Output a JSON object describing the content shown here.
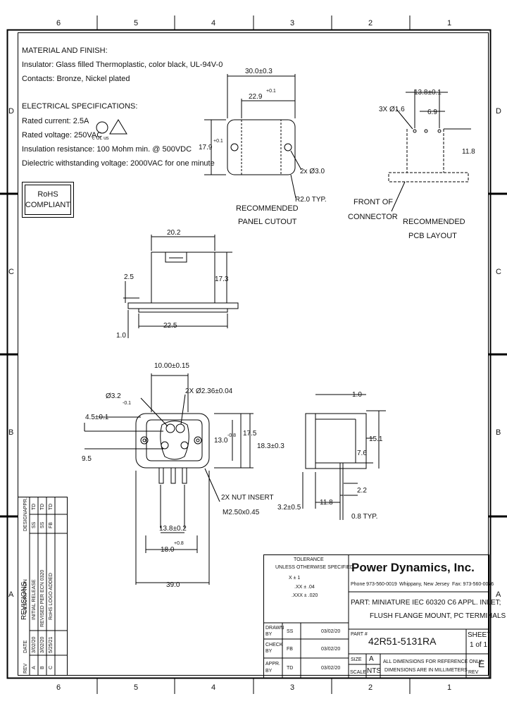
{
  "zones": {
    "cols": [
      "6",
      "5",
      "4",
      "3",
      "2",
      "1"
    ],
    "rows": [
      "D",
      "C",
      "B",
      "A"
    ]
  },
  "notes": {
    "material_heading": "MATERIAL AND FINISH:",
    "insulator": "Insulator: Glass filled Thermoplastic, color black, UL-94V-0",
    "contacts": "Contacts: Bronze, Nickel plated",
    "electrical_heading": "ELECTRICAL SPECIFICATIONS:",
    "rated_current": "Rated current: 2.5A",
    "rated_voltage": "Rated voltage: 250VAC",
    "insulation_resistance": "Insulation resistance: 100 Mohm min. @ 500VDC",
    "dielectric": "Dielectric withstanding voltage: 2000VAC for one minute",
    "ul_mark": "c UL us",
    "rohs_line1": "RoHS",
    "rohs_line2": "COMPLIANT"
  },
  "panel_cutout": {
    "dim_width": "30.0±0.3",
    "dim_offset": "22.9",
    "dim_offset_tol": "+0.1",
    "dim_height": "17.9",
    "dim_height_tol": "+0.1",
    "holes": "2x Ø3.0",
    "radius": "R2.0 TYP.",
    "caption_1": "RECOMMENDED",
    "caption_2": "PANEL CUTOUT"
  },
  "pcb_layout": {
    "holes": "3X Ø1.6",
    "dim_pitch": "13.8±0.1",
    "dim_half": "6.9",
    "dim_depth": "11.8",
    "front_1": "FRONT OF",
    "front_2": "CONNECTOR",
    "caption_1": "RECOMMENDED",
    "caption_2": "PCB LAYOUT"
  },
  "side_view": {
    "dim_top": "20.2",
    "dim_flange": "2.5",
    "dim_height": "17.3",
    "dim_base": "22.5",
    "dim_thick": "1.0"
  },
  "front_view": {
    "dim_pitch": "10.00±0.15",
    "dim_hole": "Ø3.2",
    "dim_hole_tol": "-0.1",
    "dim_pins": "2X Ø2.36±0.04",
    "dim_left": "4.5±0.1",
    "dim_mid": "9.5",
    "dim_13": "13.0",
    "dim_13_tol": "-0.8",
    "dim_175": "17.5",
    "dim_183": "18.3±0.3",
    "nut_1": "2X NUT INSERT",
    "nut_2": "M2.50x0.45",
    "dim_138": "13.8±0.2",
    "dim_180": "18.0",
    "dim_180_tol": "+0.8",
    "dim_390": "39.0"
  },
  "right_view": {
    "dim_10": "1.0",
    "dim_151": "15.1",
    "dim_76": "7.6",
    "dim_22": "2.2",
    "dim_32": "3.2±0.5",
    "dim_118": "11.8",
    "dim_08": "0.8 TYP."
  },
  "tolerance": {
    "title": "TOLERANCE",
    "sub": "UNLESS OTHERWISE SPECIFIED",
    "r1": "X    ±  1",
    "r2": ".XX  ±  .04",
    "r3": ".XXX ±  .020"
  },
  "company": {
    "name": "Power Dynamics, Inc.",
    "phone": "Phone 973-560-0019",
    "city": "Whippany, New Jersey",
    "fax": "Fax: 973-560-0076"
  },
  "part": {
    "line1": "PART: MINIATURE IEC 60320 C6 APPL. INLET;",
    "line2": "FLUSH FLANGE MOUNT, PC TERMINALS",
    "number": "42R51-5131RA",
    "sheet_label": "SHEET",
    "sheet_value": "1 of 1",
    "size_label": "SIZE",
    "size_value": "A",
    "scale_label": "SCALE",
    "scale_value": "NTS",
    "rev_label": "REV",
    "rev_value": "E",
    "part_no_label": "PART #",
    "note1": "ALL DIMENSIONS FOR REFERENCE ONLY",
    "note2": "DIMENSIONS ARE IN MILLIMETERS"
  },
  "approvals": [
    {
      "label1": "DRAWN",
      "label2": "BY",
      "who": "SS",
      "date": "03/02/20"
    },
    {
      "label1": "CHECK",
      "label2": "BY",
      "who": "FB",
      "date": "03/02/20"
    },
    {
      "label1": "APPR.",
      "label2": "BY",
      "who": "TD",
      "date": "03/02/20"
    }
  ],
  "revisions": {
    "title": "REVISIONS",
    "headers": [
      "REV",
      "DATE",
      "DESCRIPTION",
      "DESIGN",
      "APPR."
    ],
    "rows": [
      [
        "A",
        "3/02/20",
        "INITIAL RELEASE",
        "SS",
        "TD"
      ],
      [
        "B",
        "3/02/20",
        "REVISED PER ECN 0320",
        "SS",
        "TD"
      ],
      [
        "C",
        "5/25/21",
        "RoHS LOGO ADDED",
        "FB",
        "TD"
      ]
    ]
  }
}
